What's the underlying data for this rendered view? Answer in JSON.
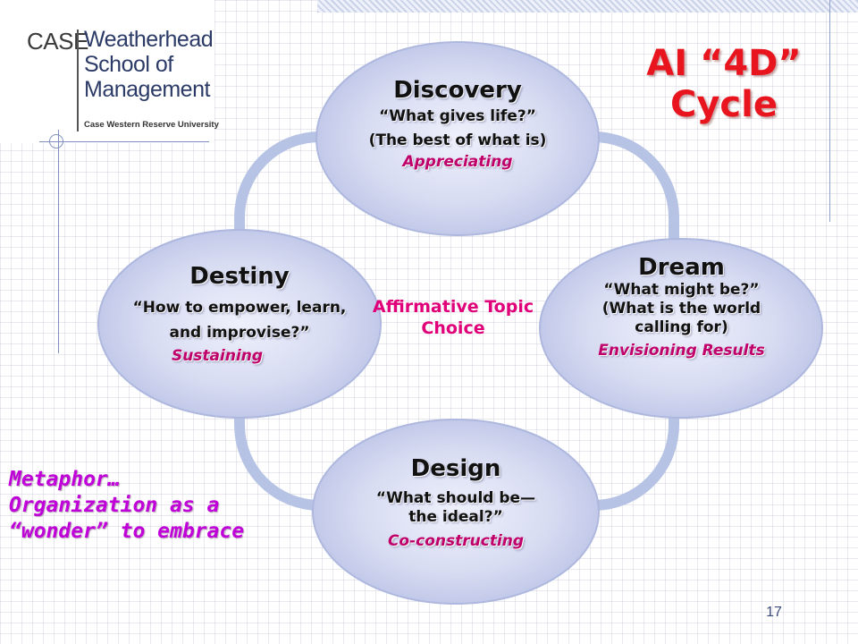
{
  "logo": {
    "case": "CASE",
    "school_lines": [
      "Weatherhead",
      "School of",
      "Management"
    ],
    "university": "Case Western Reserve University"
  },
  "title": "AI “4D” Cycle",
  "center": "Affirmative Topic Choice",
  "nodes": {
    "discovery": {
      "title": "Discovery",
      "lines": [
        "“What gives life?”",
        "(The best of what is)"
      ],
      "verb": "Appreciating"
    },
    "dream": {
      "title": "Dream",
      "lines": [
        "“What might be?”",
        "(What is the world",
        "calling for)"
      ],
      "verb": "Envisioning Results"
    },
    "design": {
      "title": "Design",
      "lines": [
        "“What should be—",
        "the ideal?”"
      ],
      "verb": "Co-constructing"
    },
    "destiny": {
      "title": "Destiny",
      "lines": [
        "“How to empower, learn,",
        "and improvise?”"
      ],
      "verb": "Sustaining"
    }
  },
  "metaphor": [
    "Metaphor…",
    "Organization as a",
    "“wonder” to embrace"
  ],
  "page_number": "17",
  "colors": {
    "title": "#e8141e",
    "center_text": "#e0007a",
    "verb": "#c0006a",
    "metaphor": "#c000d8",
    "ellipse_fill": "#c7cdea",
    "ring": "#b7c3e4"
  }
}
